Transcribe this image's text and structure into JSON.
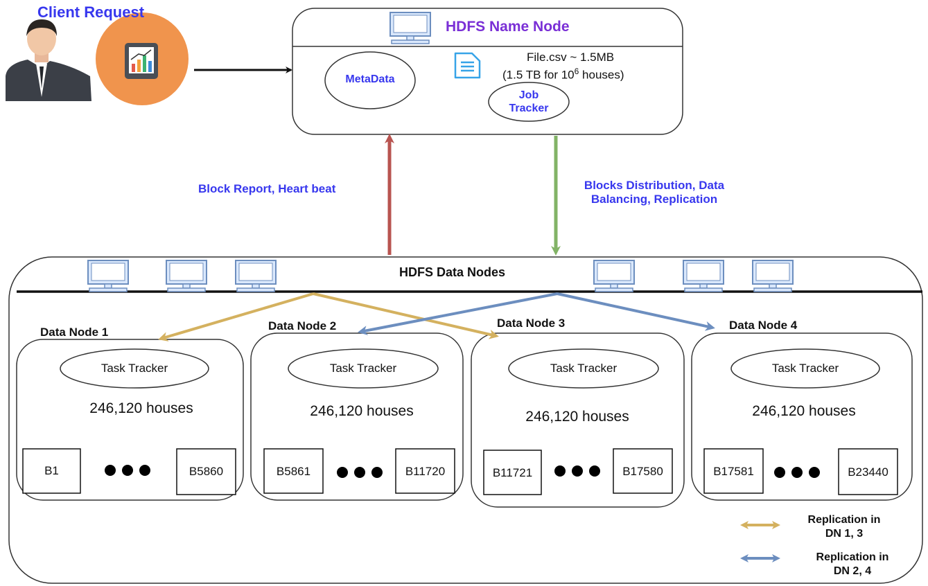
{
  "client": {
    "title": "Client Request"
  },
  "name_node": {
    "title": "HDFS Name Node",
    "metadata_label": "MetaData",
    "file_line1": "File.csv ~ 1.5MB",
    "file_line2_prefix": "(1.5 TB for 10",
    "file_line2_sup": "6",
    "file_line2_suffix": " houses)",
    "job_tracker_line1": "Job",
    "job_tracker_line2": "Tracker"
  },
  "arrows": {
    "up_label": "Block Report, Heart beat",
    "down_label_line1": "Blocks Distribution, Data",
    "down_label_line2": "Balancing, Replication"
  },
  "data_nodes_title": "HDFS Data Nodes",
  "data_nodes": [
    {
      "name": "Data Node 1",
      "tracker": "Task Tracker",
      "houses": "246,120 houses",
      "first_block": "B1",
      "last_block": "B5860"
    },
    {
      "name": "Data Node 2",
      "tracker": "Task Tracker",
      "houses": "246,120 houses",
      "first_block": "B5861",
      "last_block": "B11720"
    },
    {
      "name": "Data Node 3",
      "tracker": "Task Tracker",
      "houses": "246,120 houses",
      "first_block": "B11721",
      "last_block": "B17580"
    },
    {
      "name": "Data Node 4",
      "tracker": "Task Tracker",
      "houses": "246,120 houses",
      "first_block": "B17581",
      "last_block": "B23440"
    }
  ],
  "legend": [
    {
      "line1": "Replication in",
      "line2": "DN 1, 3",
      "color": "#d4b15f"
    },
    {
      "line1": "Replication in",
      "line2": "DN 2, 4",
      "color": "#6c8ebf"
    }
  ],
  "colors": {
    "up_arrow": "#b85450",
    "down_arrow": "#82b366",
    "replication_13": "#d4b15f",
    "replication_24": "#6c8ebf",
    "accent_blue": "#3737ee",
    "accent_purple": "#7a2fd6",
    "client_circle": "#f0944d"
  },
  "icons": [
    "person-icon",
    "tablet-chart-icon",
    "computer-monitor-icon",
    "document-icon",
    "ellipsis-dots-icon"
  ]
}
